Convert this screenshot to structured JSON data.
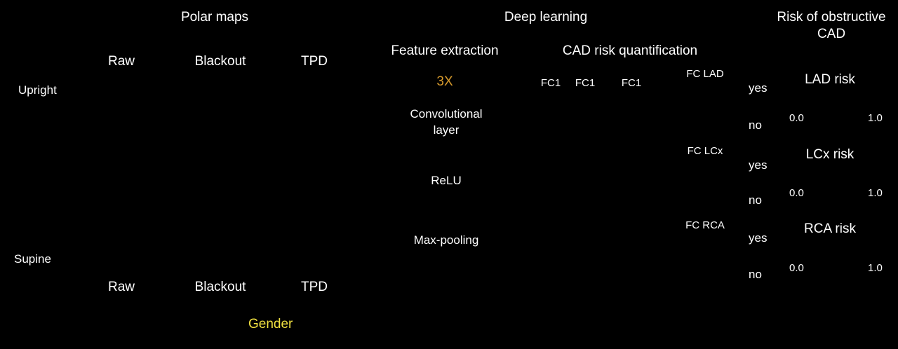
{
  "headings": {
    "polar_maps": "Polar maps",
    "deep_learning": "Deep learning",
    "risk_line1": "Risk of obstructive",
    "risk_line2": "CAD"
  },
  "polar_maps": {
    "column_labels_top": [
      "Raw",
      "Blackout",
      "TPD"
    ],
    "column_labels_bottom": [
      "Raw",
      "Blackout",
      "TPD"
    ],
    "row_labels": [
      "Upright",
      "Supine"
    ]
  },
  "feature_extraction": {
    "title": "Feature extraction",
    "repeat": "3X",
    "layers": [
      {
        "line1": "Convolutional",
        "line2": "layer"
      },
      {
        "line1": "ReLU",
        "line2": ""
      },
      {
        "line1": "Max-pooling",
        "line2": ""
      }
    ]
  },
  "risk_quantification": {
    "title": "CAD risk quantification",
    "fc_labels": [
      "FC1",
      "FC1",
      "FC1"
    ],
    "outputs": [
      {
        "label": "FC LAD",
        "risk_label": "LAD risk"
      },
      {
        "label": "FC LCx",
        "risk_label": "LCx risk"
      },
      {
        "label": "FC RCA",
        "risk_label": "RCA risk"
      }
    ],
    "yes": "yes",
    "no": "no",
    "scale_min": "0.0",
    "scale_max": "1.0"
  },
  "gender_input": "Gender",
  "colors": {
    "background": "#000000",
    "node_outline": "#c8902a",
    "repeat_text": "#d79a2c",
    "gender": "#f0e040",
    "column_bar": "#808080",
    "risk_low": "#fffbe8",
    "risk_high": "#c0141e",
    "heart": "#e02028"
  },
  "icons": {
    "person": "person-with-heart-icon",
    "arrow": "block-arrow-icon"
  }
}
